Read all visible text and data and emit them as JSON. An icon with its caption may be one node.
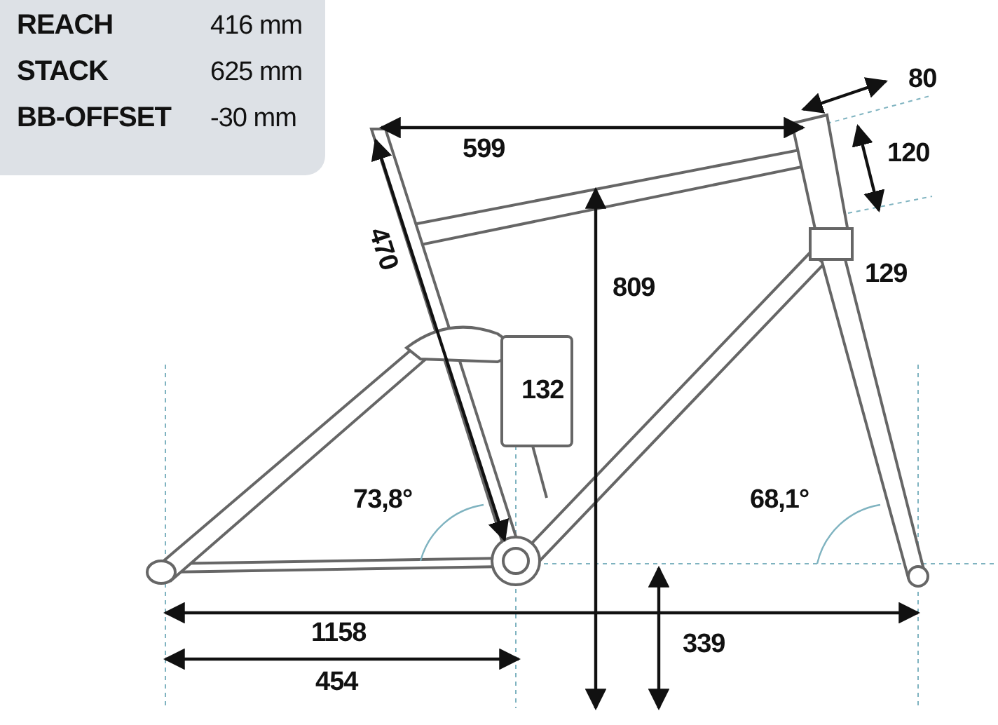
{
  "diagram": {
    "labels": [
      "REACH",
      "416 mm",
      "STACK",
      "625 mm",
      "BB-OFFSET",
      "-30 mm",
      "80",
      "599",
      "120",
      "470",
      "809",
      "129",
      "132",
      "73,8°",
      "68,1°",
      "1158",
      "339",
      "454"
    ]
  }
}
